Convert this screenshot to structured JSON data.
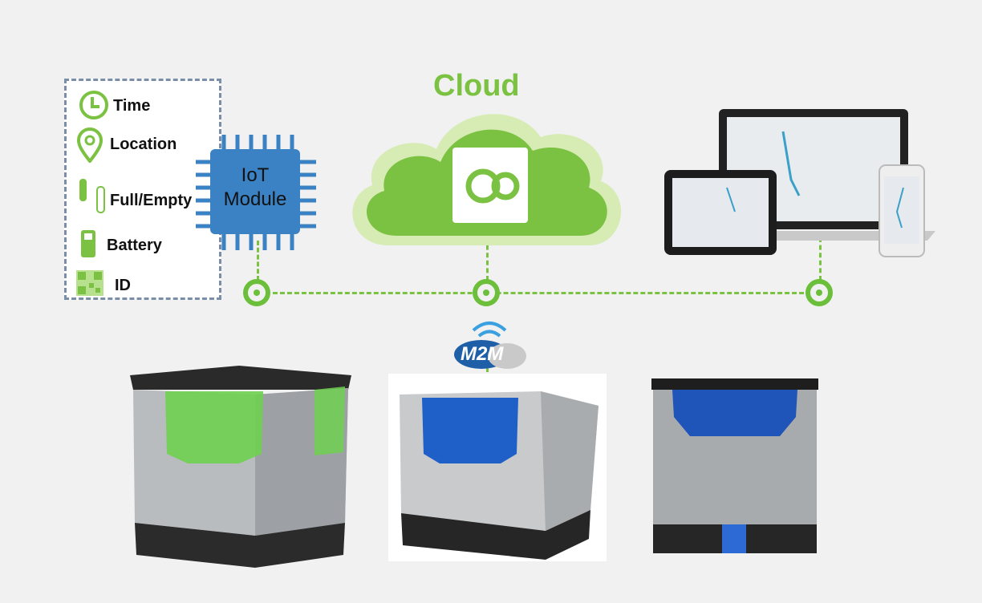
{
  "cloud": {
    "title": "Cloud"
  },
  "legend": {
    "items": [
      {
        "label": "Time",
        "icon": "clock-icon"
      },
      {
        "label": "Location",
        "icon": "location-pin-icon"
      },
      {
        "label": "Full/Empty",
        "icon": "test-tube-icon"
      },
      {
        "label": "Battery",
        "icon": "battery-icon"
      },
      {
        "label": "ID",
        "icon": "qr-code-icon"
      }
    ]
  },
  "iot_module": {
    "line1": "IoT",
    "line2": "Module"
  },
  "m2m": {
    "logo_text": "M2M"
  },
  "colors": {
    "green": "#7cc242",
    "blue": "#3a82c4",
    "dash_border": "#7a8ea8"
  }
}
